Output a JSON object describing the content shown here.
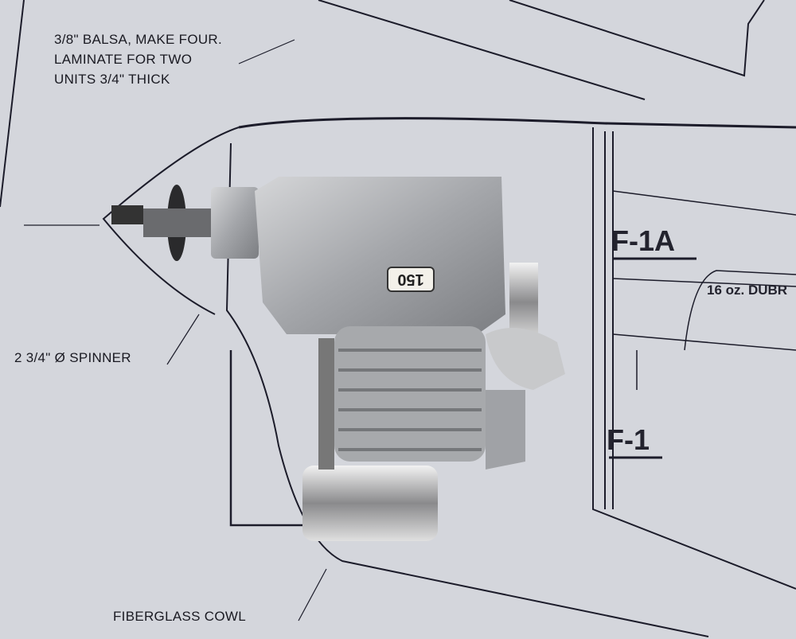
{
  "plan_notes": {
    "balsa_line1": "3/8\" BALSA, MAKE FOUR.",
    "balsa_line2": "LAMINATE FOR TWO",
    "balsa_line3": "UNITS 3/4\" THICK",
    "spinner": "2 3/4\" Ø SPINNER",
    "cowl": "FIBERGLASS COWL",
    "former_f1a": "F-1A",
    "former_f1": "F-1",
    "tank": "16 oz. DUBR"
  },
  "engine": {
    "badge": "150"
  },
  "colors": {
    "paper": "#d4d6dc",
    "ink": "#1a1a2a",
    "metal": "#a9abae"
  }
}
